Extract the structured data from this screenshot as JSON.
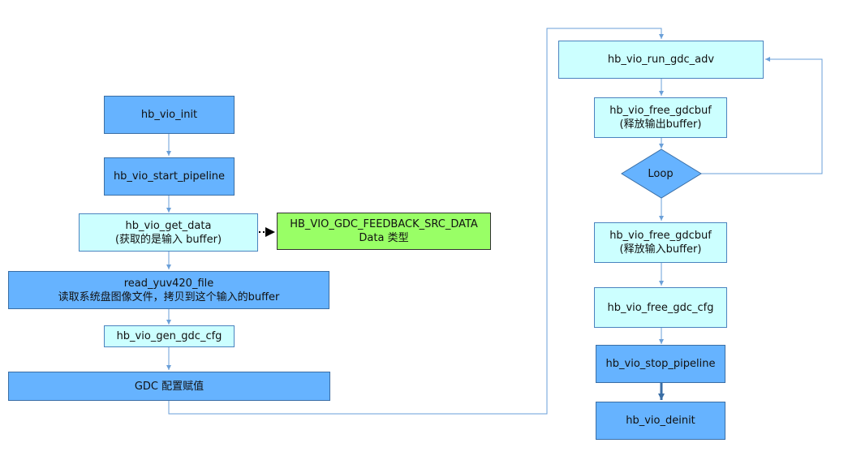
{
  "nodes": {
    "vio_init": "hb_vio_init",
    "start_pipeline": "hb_vio_start_pipeline",
    "get_data": {
      "line1": "hb_vio_get_data",
      "line2": "(获取的是输入 buffer)"
    },
    "feedback_type": {
      "line1": "HB_VIO_GDC_FEEDBACK_SRC_DATA",
      "line2": "Data 类型"
    },
    "read_file": {
      "line1": "read_yuv420_file",
      "line2": "读取系统盘图像文件，拷贝到这个输入的buffer"
    },
    "gen_gdc_cfg": "hb_vio_gen_gdc_cfg",
    "gdc_config": "GDC 配置赋值",
    "run_gdc_adv": "hb_vio_run_gdc_adv",
    "free_gdcbuf_out": {
      "line1": "hb_vio_free_gdcbuf",
      "line2": "(释放输出buffer)"
    },
    "loop": "Loop",
    "free_gdcbuf_in": {
      "line1": "hb_vio_free_gdcbuf",
      "line2": "(释放输入buffer)"
    },
    "free_gdc_cfg": "hb_vio_free_gdc_cfg",
    "stop_pipeline": "hb_vio_stop_pipeline",
    "deinit": "hb_vio_deinit"
  },
  "colors": {
    "process": "#66b3ff",
    "process_light": "#ccffff",
    "note": "#99ff66",
    "connector": "#6a9fd8"
  }
}
